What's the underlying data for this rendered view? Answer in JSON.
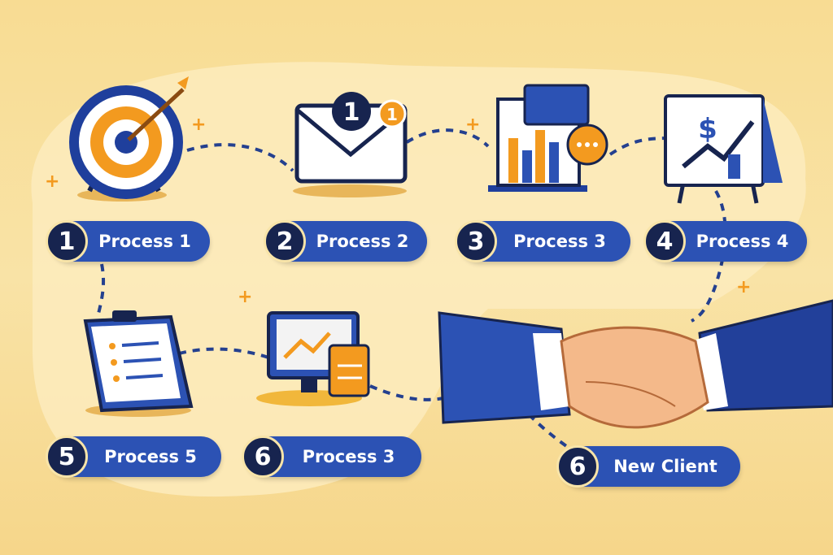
{
  "steps": [
    {
      "number": "1",
      "label": "Process 1",
      "icon": "target-icon"
    },
    {
      "number": "2",
      "label": "Process 2",
      "icon": "email-icon",
      "badge_main": "1",
      "badge_small": "1"
    },
    {
      "number": "3",
      "label": "Process 3",
      "icon": "chart-chat-icon"
    },
    {
      "number": "4",
      "label": "Process 4",
      "icon": "dollar-growth-board-icon",
      "currency": "$"
    },
    {
      "number": "5",
      "label": "Process 5",
      "icon": "clipboard-icon"
    },
    {
      "number": "6",
      "label": "Process 3",
      "icon": "monitor-icon"
    },
    {
      "number": "6",
      "label": "New Client",
      "icon": "handshake-icon"
    }
  ],
  "colors": {
    "pill": "#2c52b4",
    "number": "#17244f",
    "accent": "#f39a1f",
    "background": "#f8dc93"
  }
}
